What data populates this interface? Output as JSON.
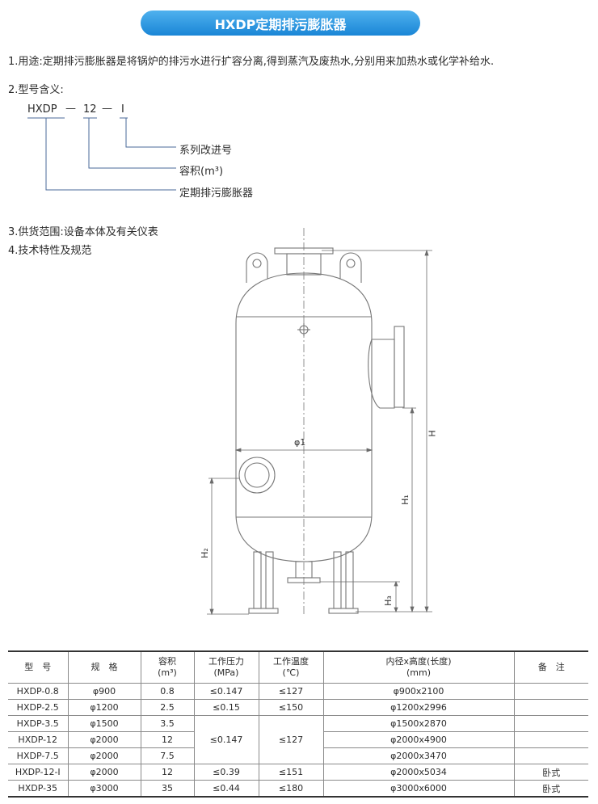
{
  "title": "HXDP定期排污膨胀器",
  "sections": {
    "s1": "1.用途:定期排污膨胀器是将锅炉的排污水进行扩容分离,得到蒸汽及废热水,分别用来加热水或化学补给水.",
    "s2": "2.型号含义:",
    "s3": "3.供货范围:设备本体及有关仪表",
    "s4": "4.技术特性及规范"
  },
  "model_code": {
    "prefix": "HXDP",
    "dash1": "—",
    "number": "12",
    "dash2": "—",
    "suffix": "I",
    "legend": [
      "系列改进号",
      "容积(m³)",
      "定期排污膨胀器"
    ]
  },
  "drawing_labels": {
    "phi1": "φ1",
    "H": "H",
    "H1": "H₁",
    "H2": "H₂",
    "H3": "H₃"
  },
  "table": {
    "headers": [
      {
        "line1": "型　号",
        "line2": ""
      },
      {
        "line1": "规　格",
        "line2": ""
      },
      {
        "line1": "容积",
        "line2": "(m³)"
      },
      {
        "line1": "工作压力",
        "line2": "(MPa)"
      },
      {
        "line1": "工作温度",
        "line2": "(℃)"
      },
      {
        "line1": "内径x高度(长度)",
        "line2": "(mm)"
      },
      {
        "line1": "备　注",
        "line2": ""
      }
    ],
    "rows": [
      [
        "HXDP-0.8",
        "φ900",
        "0.8",
        "≤0.147",
        "≤127",
        "φ900x2100",
        ""
      ],
      [
        "HXDP-2.5",
        "φ1200",
        "2.5",
        "≤0.15",
        "≤150",
        "φ1200x2996",
        ""
      ],
      [
        "HXDP-3.5",
        "φ1500",
        "3.5",
        "≤0.147",
        "≤127",
        "φ1500x2870",
        ""
      ],
      [
        "HXDP-12",
        "φ2000",
        "12",
        "",
        "",
        "φ2000x4900",
        ""
      ],
      [
        "HXDP-7.5",
        "φ2000",
        "7.5",
        "",
        "",
        "φ2000x3470",
        ""
      ],
      [
        "HXDP-12-I",
        "φ2000",
        "12",
        "≤0.39",
        "≤151",
        "φ2000x5034",
        "卧式"
      ],
      [
        "HXDP-35",
        "φ3000",
        "35",
        "≤0.44",
        "≤180",
        "φ3000x6000",
        "卧式"
      ]
    ]
  }
}
